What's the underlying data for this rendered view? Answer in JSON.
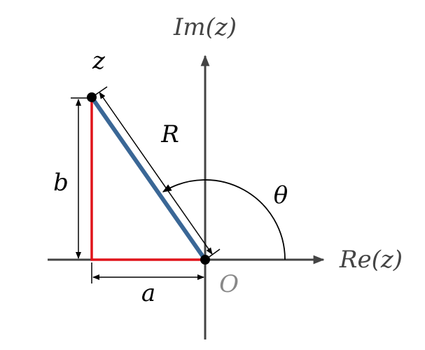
{
  "labels": {
    "imag_axis": "Im(z)",
    "real_axis": "Re(z)",
    "point": "z",
    "modulus": "R",
    "imag_part": "b",
    "real_part": "a",
    "angle": "θ",
    "origin": "O"
  },
  "colors": {
    "axis": "#444444",
    "legs": "#e0141a",
    "radius": "#3a6796",
    "dimension": "#000000",
    "origin_label": "#888888"
  }
}
